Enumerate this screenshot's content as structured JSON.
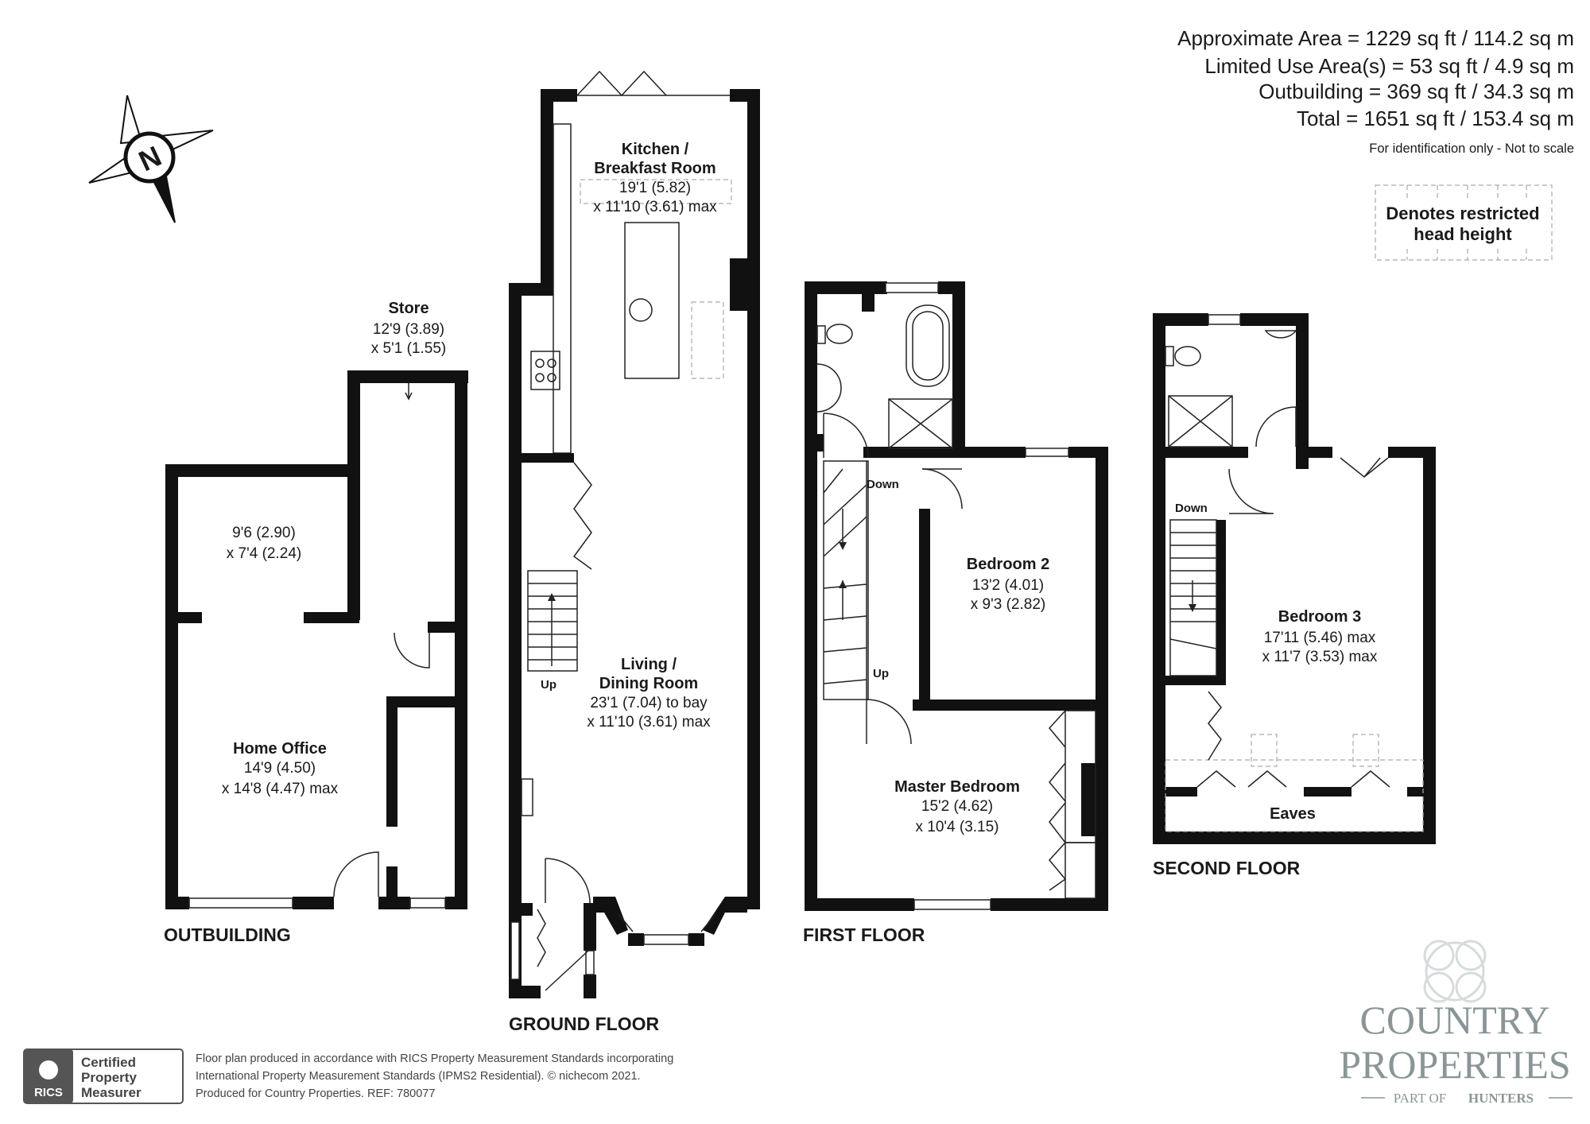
{
  "areas": {
    "approximate": "Approximate Area = 1229 sq ft / 114.2 sq m",
    "limited_use": "Limited Use Area(s) = 53 sq ft / 4.9 sq m",
    "outbuilding": "Outbuilding = 369 sq ft / 34.3 sq m",
    "total": "Total = 1651 sq ft / 153.4 sq m",
    "disclaimer": "For identification only - Not to scale"
  },
  "legend": {
    "line1": "Denotes restricted",
    "line2": "head height"
  },
  "compass": {
    "letter": "N"
  },
  "floors": {
    "outbuilding": "OUTBUILDING",
    "ground": "GROUND FLOOR",
    "first": "FIRST FLOOR",
    "second": "SECOND FLOOR"
  },
  "rooms": {
    "store": {
      "name": "Store",
      "dim1": "12'9 (3.89)",
      "dim2": "x 5'1 (1.55)"
    },
    "outbuilding_room": {
      "dim1": "9'6 (2.90)",
      "dim2": "x 7'4 (2.24)"
    },
    "home_office": {
      "name": "Home Office",
      "dim1": "14'9 (4.50)",
      "dim2": "x 14'8 (4.47) max"
    },
    "kitchen": {
      "name1": "Kitchen /",
      "name2": "Breakfast Room",
      "dim1": "19'1 (5.82)",
      "dim2": "x 11'10 (3.61) max"
    },
    "living": {
      "name1": "Living /",
      "name2": "Dining Room",
      "dim1": "23'1 (7.04) to bay",
      "dim2": "x 11'10 (3.61) max"
    },
    "bedroom2": {
      "name": "Bedroom 2",
      "dim1": "13'2 (4.01)",
      "dim2": "x 9'3 (2.82)"
    },
    "master": {
      "name": "Master Bedroom",
      "dim1": "15'2 (4.62)",
      "dim2": "x 10'4 (3.15)"
    },
    "bedroom3": {
      "name": "Bedroom 3",
      "dim1": "17'11 (5.46) max",
      "dim2": "x 11'7 (3.53) max"
    },
    "eaves": {
      "name": "Eaves"
    }
  },
  "stairs": {
    "ground_up": "Up",
    "first_down": "Down",
    "first_up": "Up",
    "second_down": "Down"
  },
  "footer": {
    "badge_line1": "Certified",
    "badge_line2": "Property",
    "badge_line3": "Measurer",
    "rics": "RICS",
    "text1": "Floor plan produced in accordance with RICS Property Measurement Standards incorporating",
    "text2": "International Property Measurement Standards (IPMS2 Residential).   © nichecom 2021.",
    "text3": "Produced for Country Properties.   REF: 780077"
  },
  "brand": {
    "line1": "COUNTRY",
    "line2": "PROPERTIES",
    "tagline_part": "PART OF",
    "tagline_brand": "HUNTERS"
  }
}
